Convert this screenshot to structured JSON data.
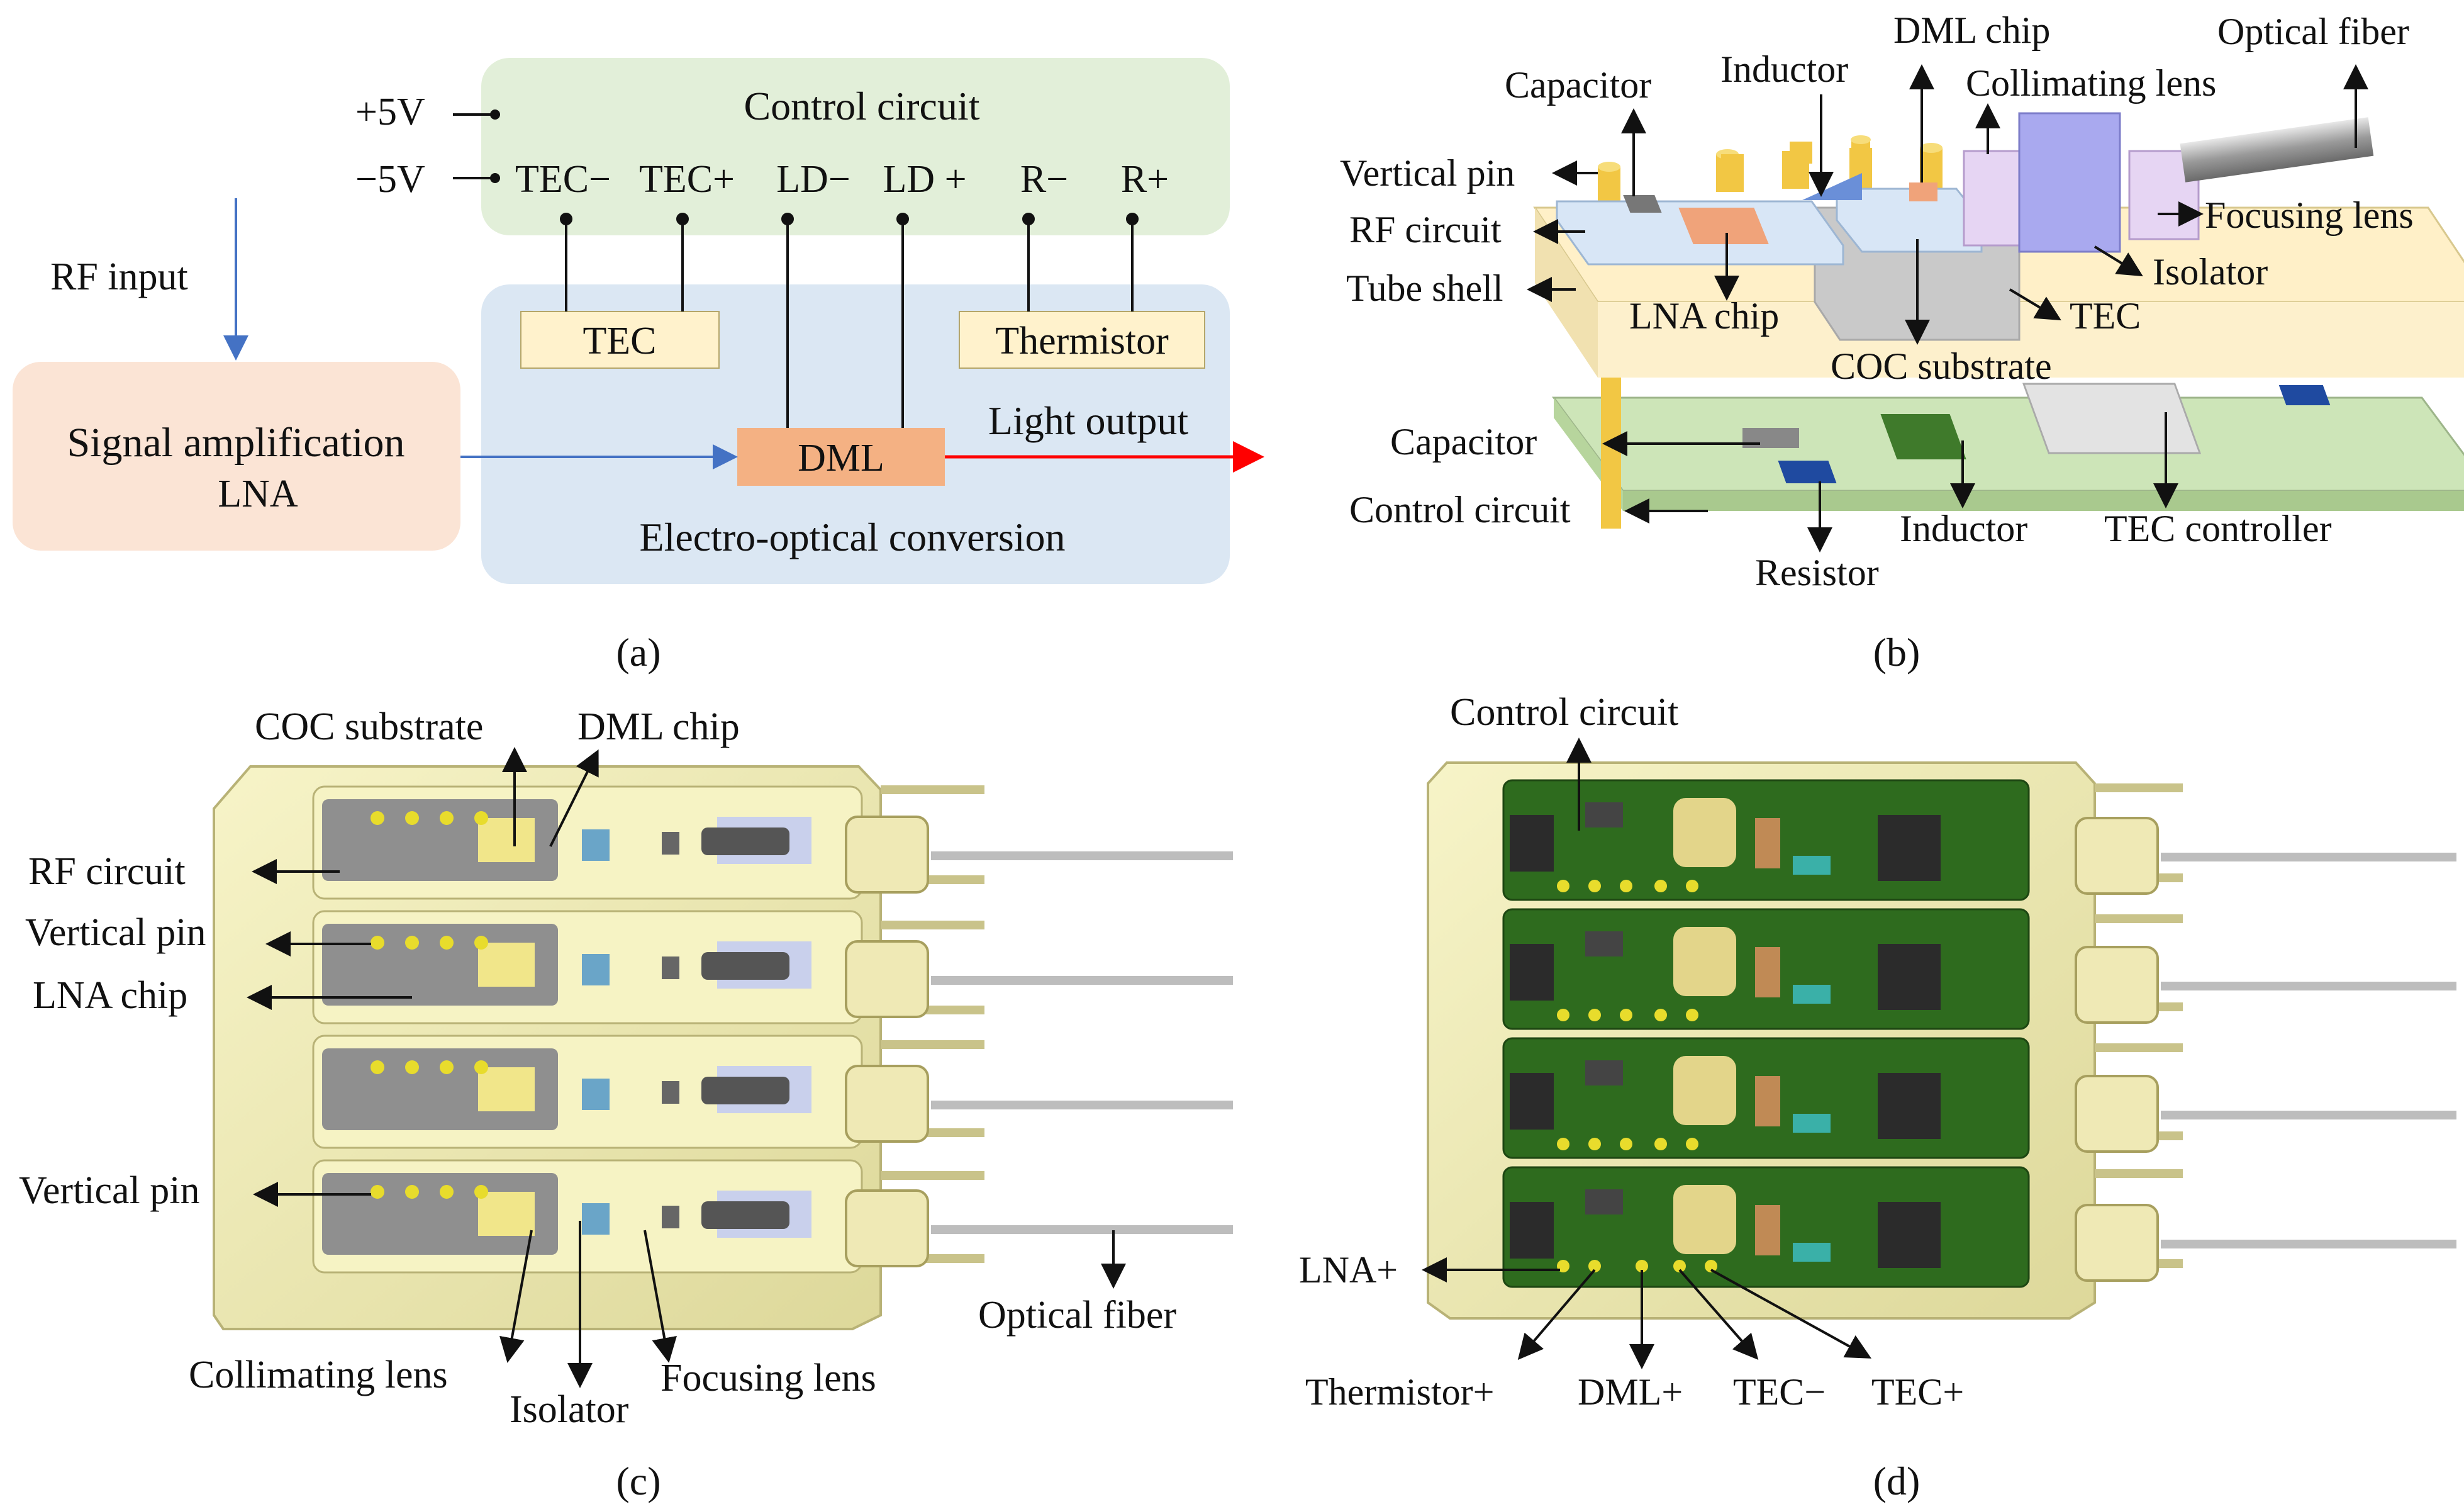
{
  "panel_a": {
    "plus5v": "+5V",
    "minus5v": "−5V",
    "control_circuit": "Control circuit",
    "pins": [
      "TEC−",
      "TEC+",
      "LD−",
      "LD +",
      "R−",
      "R+"
    ],
    "rf_input": "RF input",
    "tec": "TEC",
    "thermistor": "Thermistor",
    "signal_amplification": "Signal amplification",
    "lna": "LNA",
    "dml": "DML",
    "light_output": "Light output",
    "electro_optical_conversion": "Electro-optical conversion",
    "caption": "(a)"
  },
  "panel_b": {
    "capacitor_top": "Capacitor",
    "inductor_top": "Inductor",
    "dml_chip": "DML chip",
    "optical_fiber": "Optical fiber",
    "collimating_lens": "Collimating lens",
    "vertical_pin": "Vertical pin",
    "focusing_lens": "Focusing lens",
    "rf_circuit": "RF circuit",
    "isolator": "Isolator",
    "tube_shell": "Tube shell",
    "lna_chip": "LNA chip",
    "tec": "TEC",
    "coc_substrate": "COC substrate",
    "capacitor_bottom": "Capacitor",
    "control_circuit": "Control circuit",
    "inductor_bottom": "Inductor",
    "tec_controller": "TEC controller",
    "resistor": "Resistor",
    "caption": "(b)"
  },
  "panel_c": {
    "coc_substrate": "COC substrate",
    "dml_chip": "DML chip",
    "rf_circuit": "RF circuit",
    "vertical_pin_1": "Vertical pin",
    "lna_chip": "LNA chip",
    "vertical_pin_2": "Vertical pin",
    "optical_fiber": "Optical fiber",
    "collimating_lens": "Collimating lens",
    "isolator": "Isolator",
    "focusing_lens": "Focusing lens",
    "caption": "(c)"
  },
  "panel_d": {
    "control_circuit": "Control circuit",
    "lna_plus": "LNA+",
    "thermistor_plus": "Thermistor+",
    "dml_plus": "DML+",
    "tec_minus": "TEC−",
    "tec_plus": "TEC+",
    "caption": "(d)"
  },
  "colors": {
    "control_green": "#e2efd9",
    "conversion_blue": "#dbe7f3",
    "amp_peach": "#fbe4d5",
    "yellow_box": "#fff2cc",
    "dml_orange": "#f4b183",
    "rf_arrow": "#4472c4",
    "light_arrow": "#ff0000",
    "shell_yellow": "#f3f0b8",
    "pcb_green": "#2e6b1e"
  }
}
